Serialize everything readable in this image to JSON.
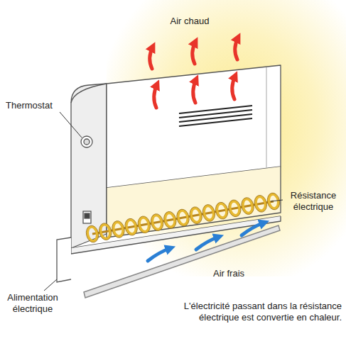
{
  "diagram": {
    "caption": "L'électricité passant dans la résistance électrique est convertie en chaleur.",
    "labels": [
      "Air chaud",
      "Thermostat",
      "Résistance électrique",
      "Air frais",
      "Alimentation électrique"
    ]
  }
}
